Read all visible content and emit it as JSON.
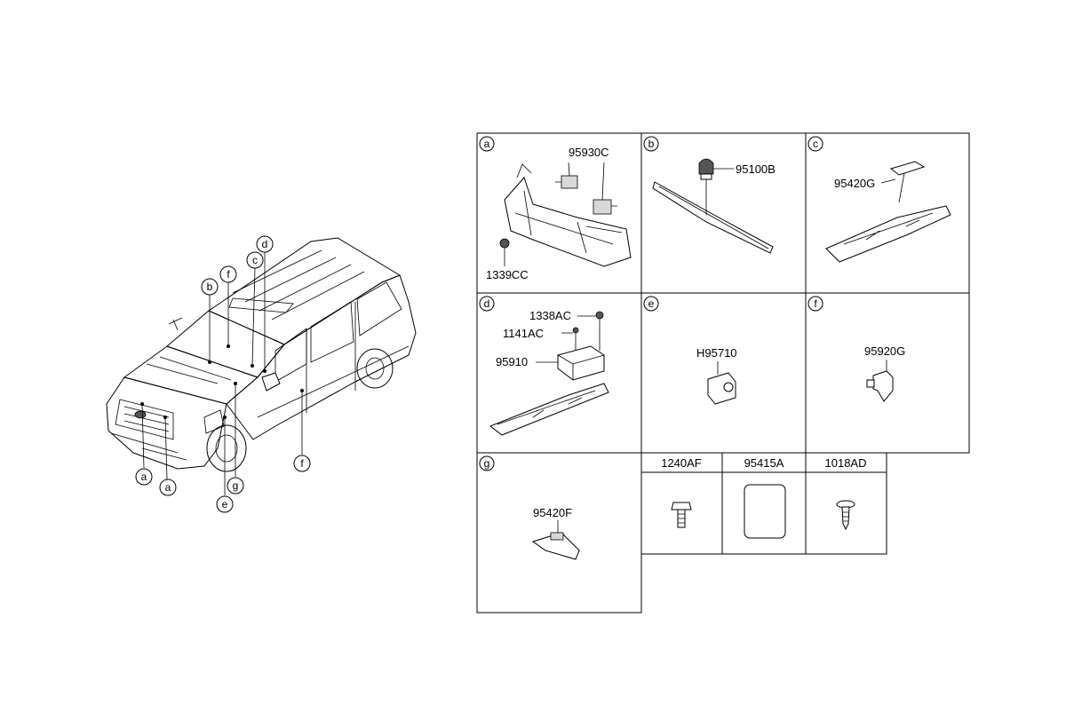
{
  "car": {
    "callouts": [
      "a",
      "a",
      "b",
      "c",
      "d",
      "e",
      "f",
      "f",
      "g"
    ]
  },
  "panels": {
    "a": {
      "letter": "a",
      "parts": [
        "95930C",
        "1339CC"
      ]
    },
    "b": {
      "letter": "b",
      "parts": [
        "95100B"
      ]
    },
    "c": {
      "letter": "c",
      "parts": [
        "95420G"
      ]
    },
    "d": {
      "letter": "d",
      "parts": [
        "1338AC",
        "1141AC",
        "95910"
      ]
    },
    "e": {
      "letter": "e",
      "parts": [
        "H95710"
      ]
    },
    "f": {
      "letter": "f",
      "parts": [
        "95920G"
      ]
    },
    "g": {
      "letter": "g",
      "parts": [
        "95420F"
      ]
    }
  },
  "hardware": {
    "headers": [
      "1240AF",
      "95415A",
      "1018AD"
    ]
  }
}
